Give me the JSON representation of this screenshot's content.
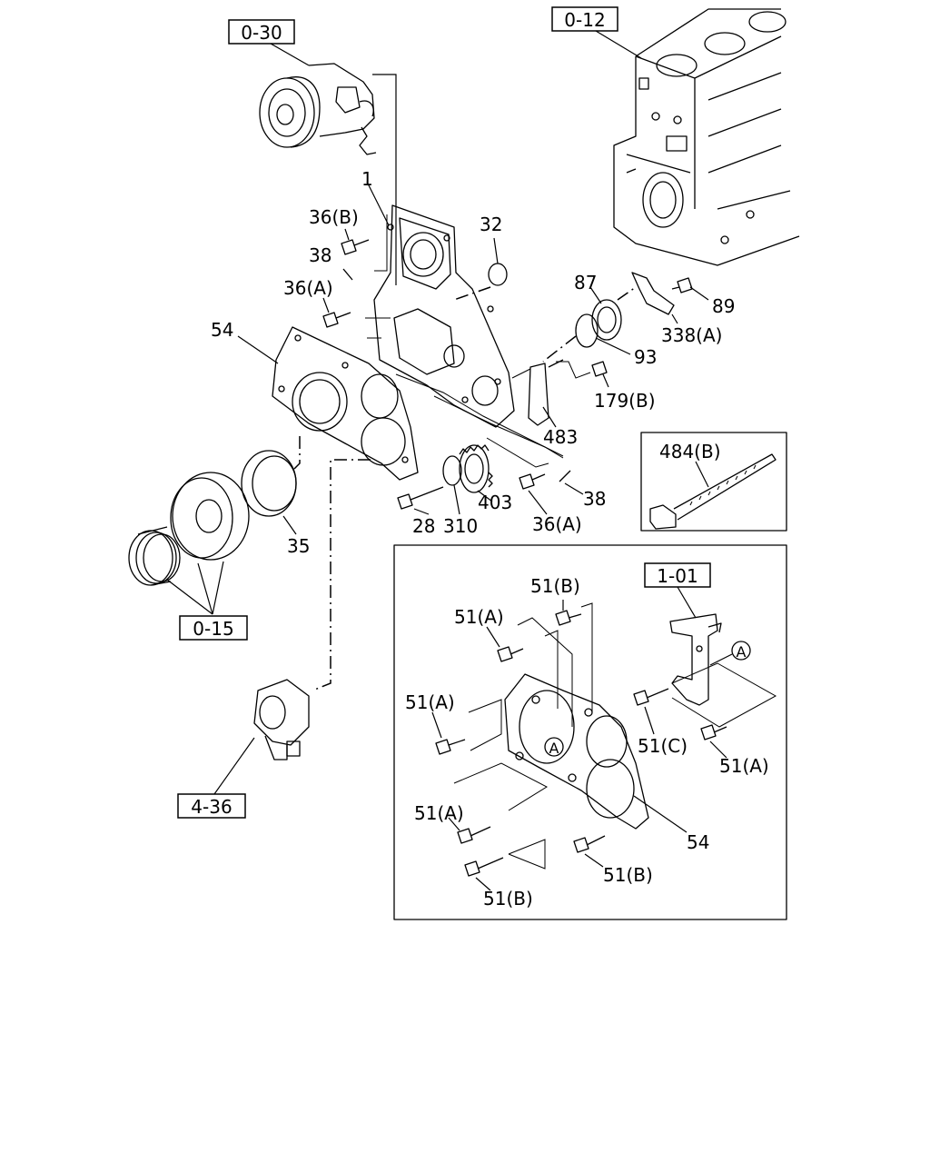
{
  "refs": {
    "r030": "0-30",
    "r012": "0-12",
    "r015": "0-15",
    "r436": "4-36",
    "r101": "1-01"
  },
  "labels": {
    "p1": "1",
    "p32": "32",
    "p36b": "36(B)",
    "p38a": "38",
    "p36a_top": "36(A)",
    "p54": "54",
    "p87": "87",
    "p89": "89",
    "p338a": "338(A)",
    "p93": "93",
    "p179b": "179(B)",
    "p483": "483",
    "p403": "403",
    "p38b": "38",
    "p28": "28",
    "p310": "310",
    "p36a_bot": "36(A)",
    "p35": "35",
    "p484b": "484(B)"
  },
  "detail": {
    "p51b_top": "51(B)",
    "p51a_1": "51(A)",
    "p51a_2": "51(A)",
    "p51c": "51(C)",
    "p51a_right": "51(A)",
    "p51a_3": "51(A)",
    "p54": "54",
    "p51b_right": "51(B)",
    "p51b_bot": "51(B)",
    "marker_a1": "A",
    "marker_a2": "A"
  }
}
